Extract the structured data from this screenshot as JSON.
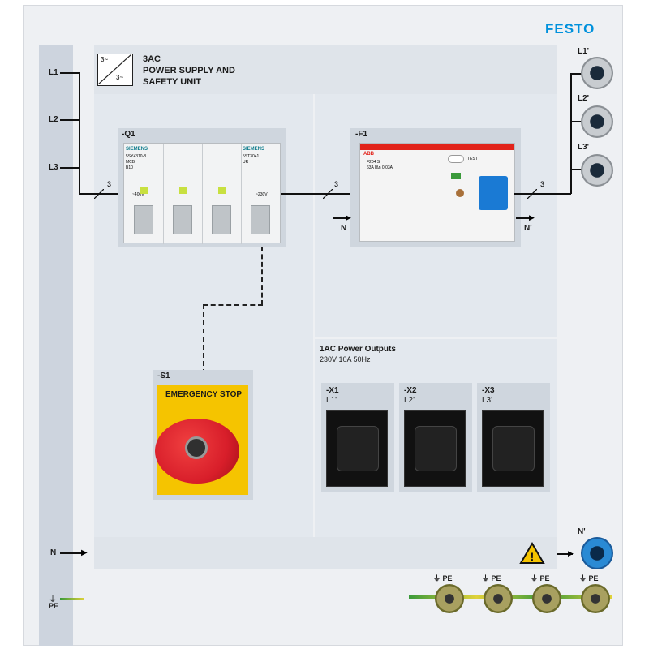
{
  "brand": "FESTO",
  "title": {
    "line1": "3AC",
    "line2": "POWER SUPPLY AND",
    "line3": "SAFETY UNIT"
  },
  "symbol": {
    "top": "3~",
    "bottom": "3~"
  },
  "inputs": [
    "L1",
    "L2",
    "L3",
    "N",
    "PE"
  ],
  "breaker": {
    "tag": "-Q1",
    "brand1": "SIEMENS",
    "model1": "5SY4310-8",
    "type1": "MCB",
    "rating1": "B10",
    "brand2": "SIEMENS",
    "model2": "5ST3041",
    "type2": "UR",
    "voltage": "~400V",
    "voltage2": "~230V"
  },
  "rcd": {
    "tag": "-F1",
    "brand": "ABB",
    "model": "F204 S",
    "rating": "63A  IΔn 0,03A",
    "test": "TEST"
  },
  "bus_count": [
    "3",
    "3",
    "3"
  ],
  "neutral_in": "N",
  "neutral_out": "N'",
  "stop": {
    "tag": "-S1",
    "label": "EMERGENCY STOP"
  },
  "outputs": {
    "title": "1AC Power Outputs",
    "spec": "230V  10A  50Hz",
    "items": [
      {
        "tag": "-X1",
        "phase": "L1'"
      },
      {
        "tag": "-X2",
        "phase": "L2'"
      },
      {
        "tag": "-X3",
        "phase": "L3'"
      }
    ]
  },
  "right_sockets": [
    "L1'",
    "L2'",
    "L3'",
    "N'"
  ],
  "pe_labels": [
    "PE",
    "PE",
    "PE",
    "PE"
  ],
  "colors": {
    "stop_red": "#d81e2a",
    "stop_yellow": "#f5c400",
    "rcd_red": "#e2231a",
    "accent_blue": "#0091dc"
  }
}
